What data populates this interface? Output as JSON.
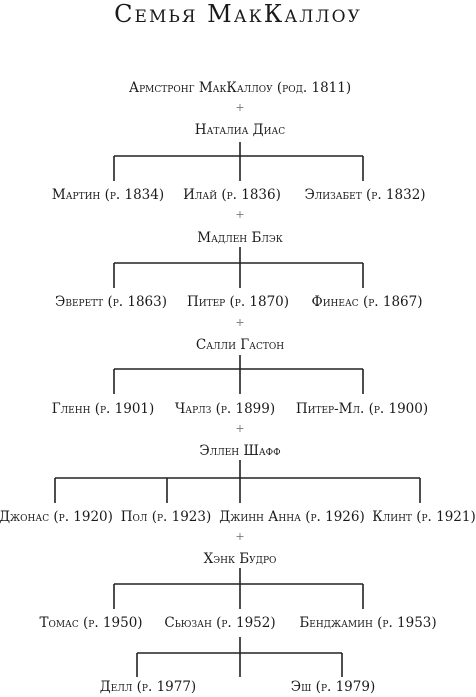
{
  "title": "Семья МакКаллоу",
  "generations": [
    {
      "couple": {
        "primary": "Армстронг МакКаллоу (род. 1811)",
        "plus": "+",
        "spouse": "Наталиа Диас"
      },
      "children": [
        "Мартин (р. 1834)",
        "Илай (р. 1836)",
        "Элизабет (р. 1832)"
      ]
    },
    {
      "couple": {
        "plus": "+",
        "spouse": "Мадлен Блэк"
      },
      "children": [
        "Эверетт (р. 1863)",
        "Питер (р. 1870)",
        "Финеас (р. 1867)"
      ]
    },
    {
      "couple": {
        "plus": "+",
        "spouse": "Салли Гастон"
      },
      "children": [
        "Гленн (р. 1901)",
        "Чарлз (р. 1899)",
        "Питер-Мл. (р. 1900)"
      ]
    },
    {
      "couple": {
        "plus": "+",
        "spouse": "Эллен Шафф"
      },
      "children": [
        "Джонас (р. 1920)",
        "Пол (р. 1923)",
        "Джинн Анна (р. 1926)",
        "Клинт (р. 1921)"
      ]
    },
    {
      "couple": {
        "plus": "+",
        "spouse": "Хэнк Будро"
      },
      "children": [
        "Томас (р. 1950)",
        "Сьюзан (р. 1952)",
        "Бенджамин (р. 1953)"
      ]
    },
    {
      "children": [
        "Делл (р. 1977)",
        "Эш (р. 1979)"
      ]
    }
  ]
}
